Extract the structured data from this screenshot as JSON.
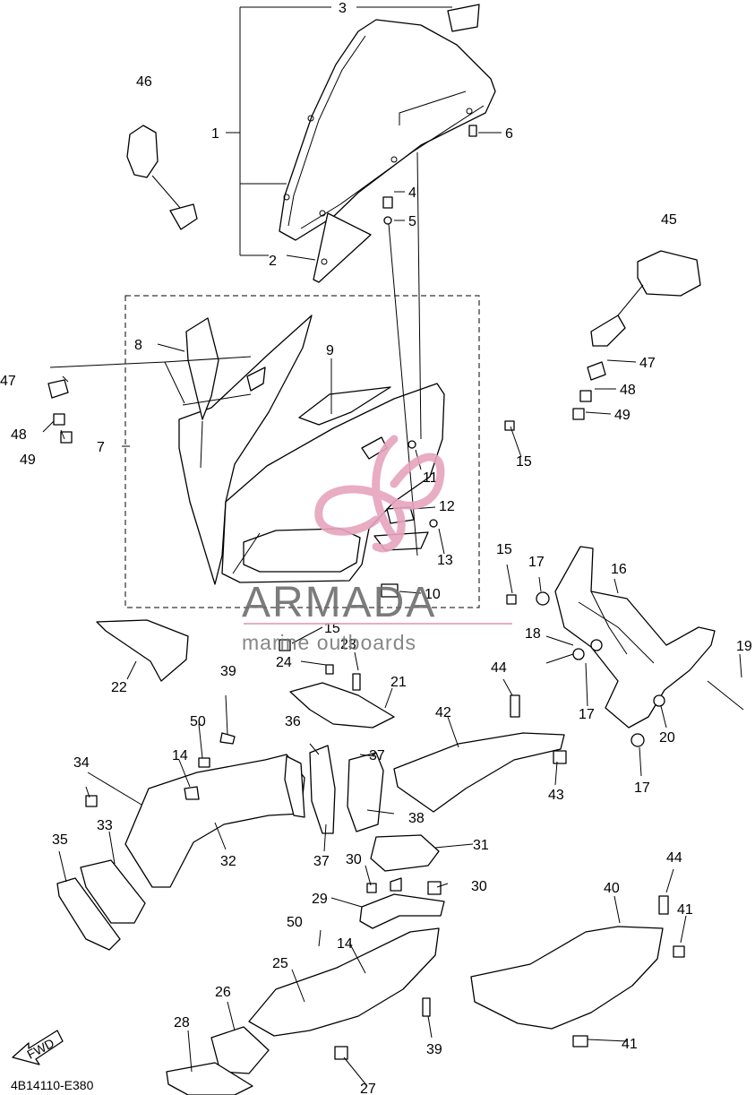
{
  "diagram": {
    "drawing_code": "4B14110-E380",
    "direction_label": "FWD",
    "callouts": [
      "1",
      "2",
      "3",
      "4",
      "5",
      "6",
      "7",
      "8",
      "9",
      "10",
      "11",
      "12",
      "13",
      "14",
      "15",
      "16",
      "17",
      "18",
      "19",
      "20",
      "21",
      "22",
      "23",
      "24",
      "25",
      "26",
      "27",
      "28",
      "29",
      "30",
      "31",
      "32",
      "33",
      "34",
      "35",
      "36",
      "37",
      "38",
      "39",
      "40",
      "41",
      "42",
      "43",
      "44",
      "45",
      "46",
      "47",
      "48",
      "49",
      "50"
    ]
  },
  "watermark": {
    "brand": "ARMADA",
    "tagline": "marine outboards",
    "color": "#e6a4bd"
  }
}
